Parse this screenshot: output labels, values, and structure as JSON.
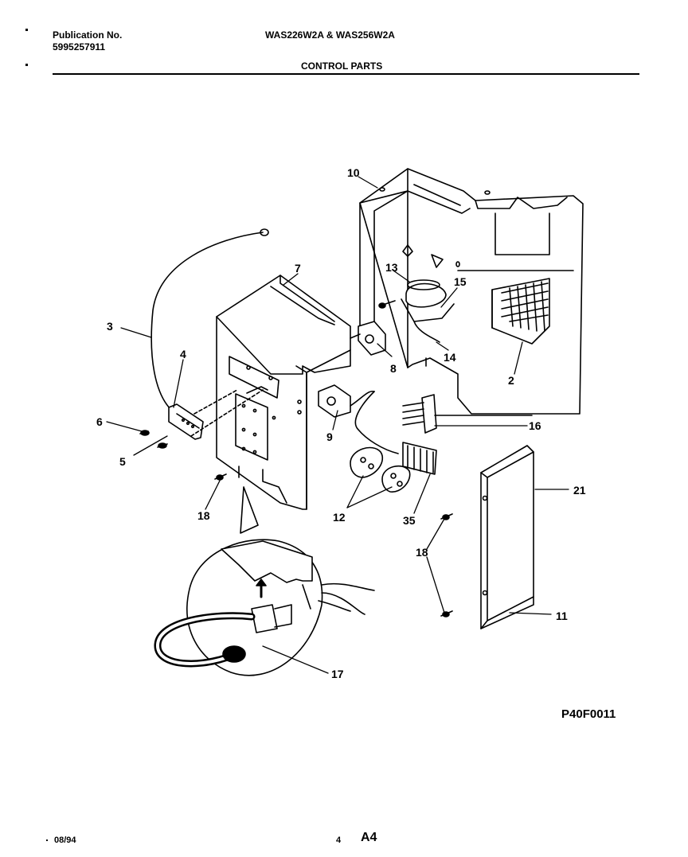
{
  "header": {
    "publication_label": "Publication No.",
    "publication_number": "5995257911",
    "models": "WAS226W2A & WAS256W2A",
    "section_title": "CONTROL PARTS"
  },
  "diagram": {
    "callouts": [
      "10",
      "7",
      "13",
      "15",
      "3",
      "4",
      "8",
      "14",
      "2",
      "6",
      "9",
      "16",
      "5",
      "21",
      "18",
      "12",
      "35",
      "18",
      "11",
      "17"
    ],
    "figure_code": "P40F0011"
  },
  "footer": {
    "date": "08/94",
    "page_number": "4",
    "page_code": "A4"
  }
}
